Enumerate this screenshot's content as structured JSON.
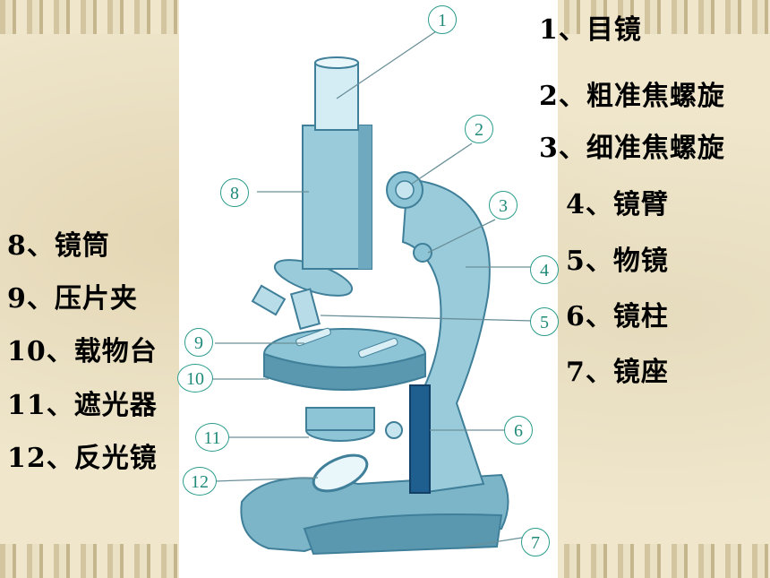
{
  "labels_right": [
    "1、目镜",
    "2、粗准焦螺旋",
    "3、细准焦螺旋",
    "4、镜臂",
    "5、物镜",
    "6、镜柱",
    "7、镜座"
  ],
  "labels_left": [
    "8、镜筒",
    "9、压片夹",
    "10、载物台",
    "11、遮光器",
    "12、反光镜"
  ],
  "callouts": [
    "1",
    "2",
    "3",
    "4",
    "5",
    "6",
    "7",
    "8",
    "9",
    "10",
    "11",
    "12"
  ],
  "colors": {
    "accent": "#2a9c8c",
    "microscope": "#8ec5d6",
    "microscope_dark": "#3f7f99",
    "pillar": "#1f5f8f"
  }
}
